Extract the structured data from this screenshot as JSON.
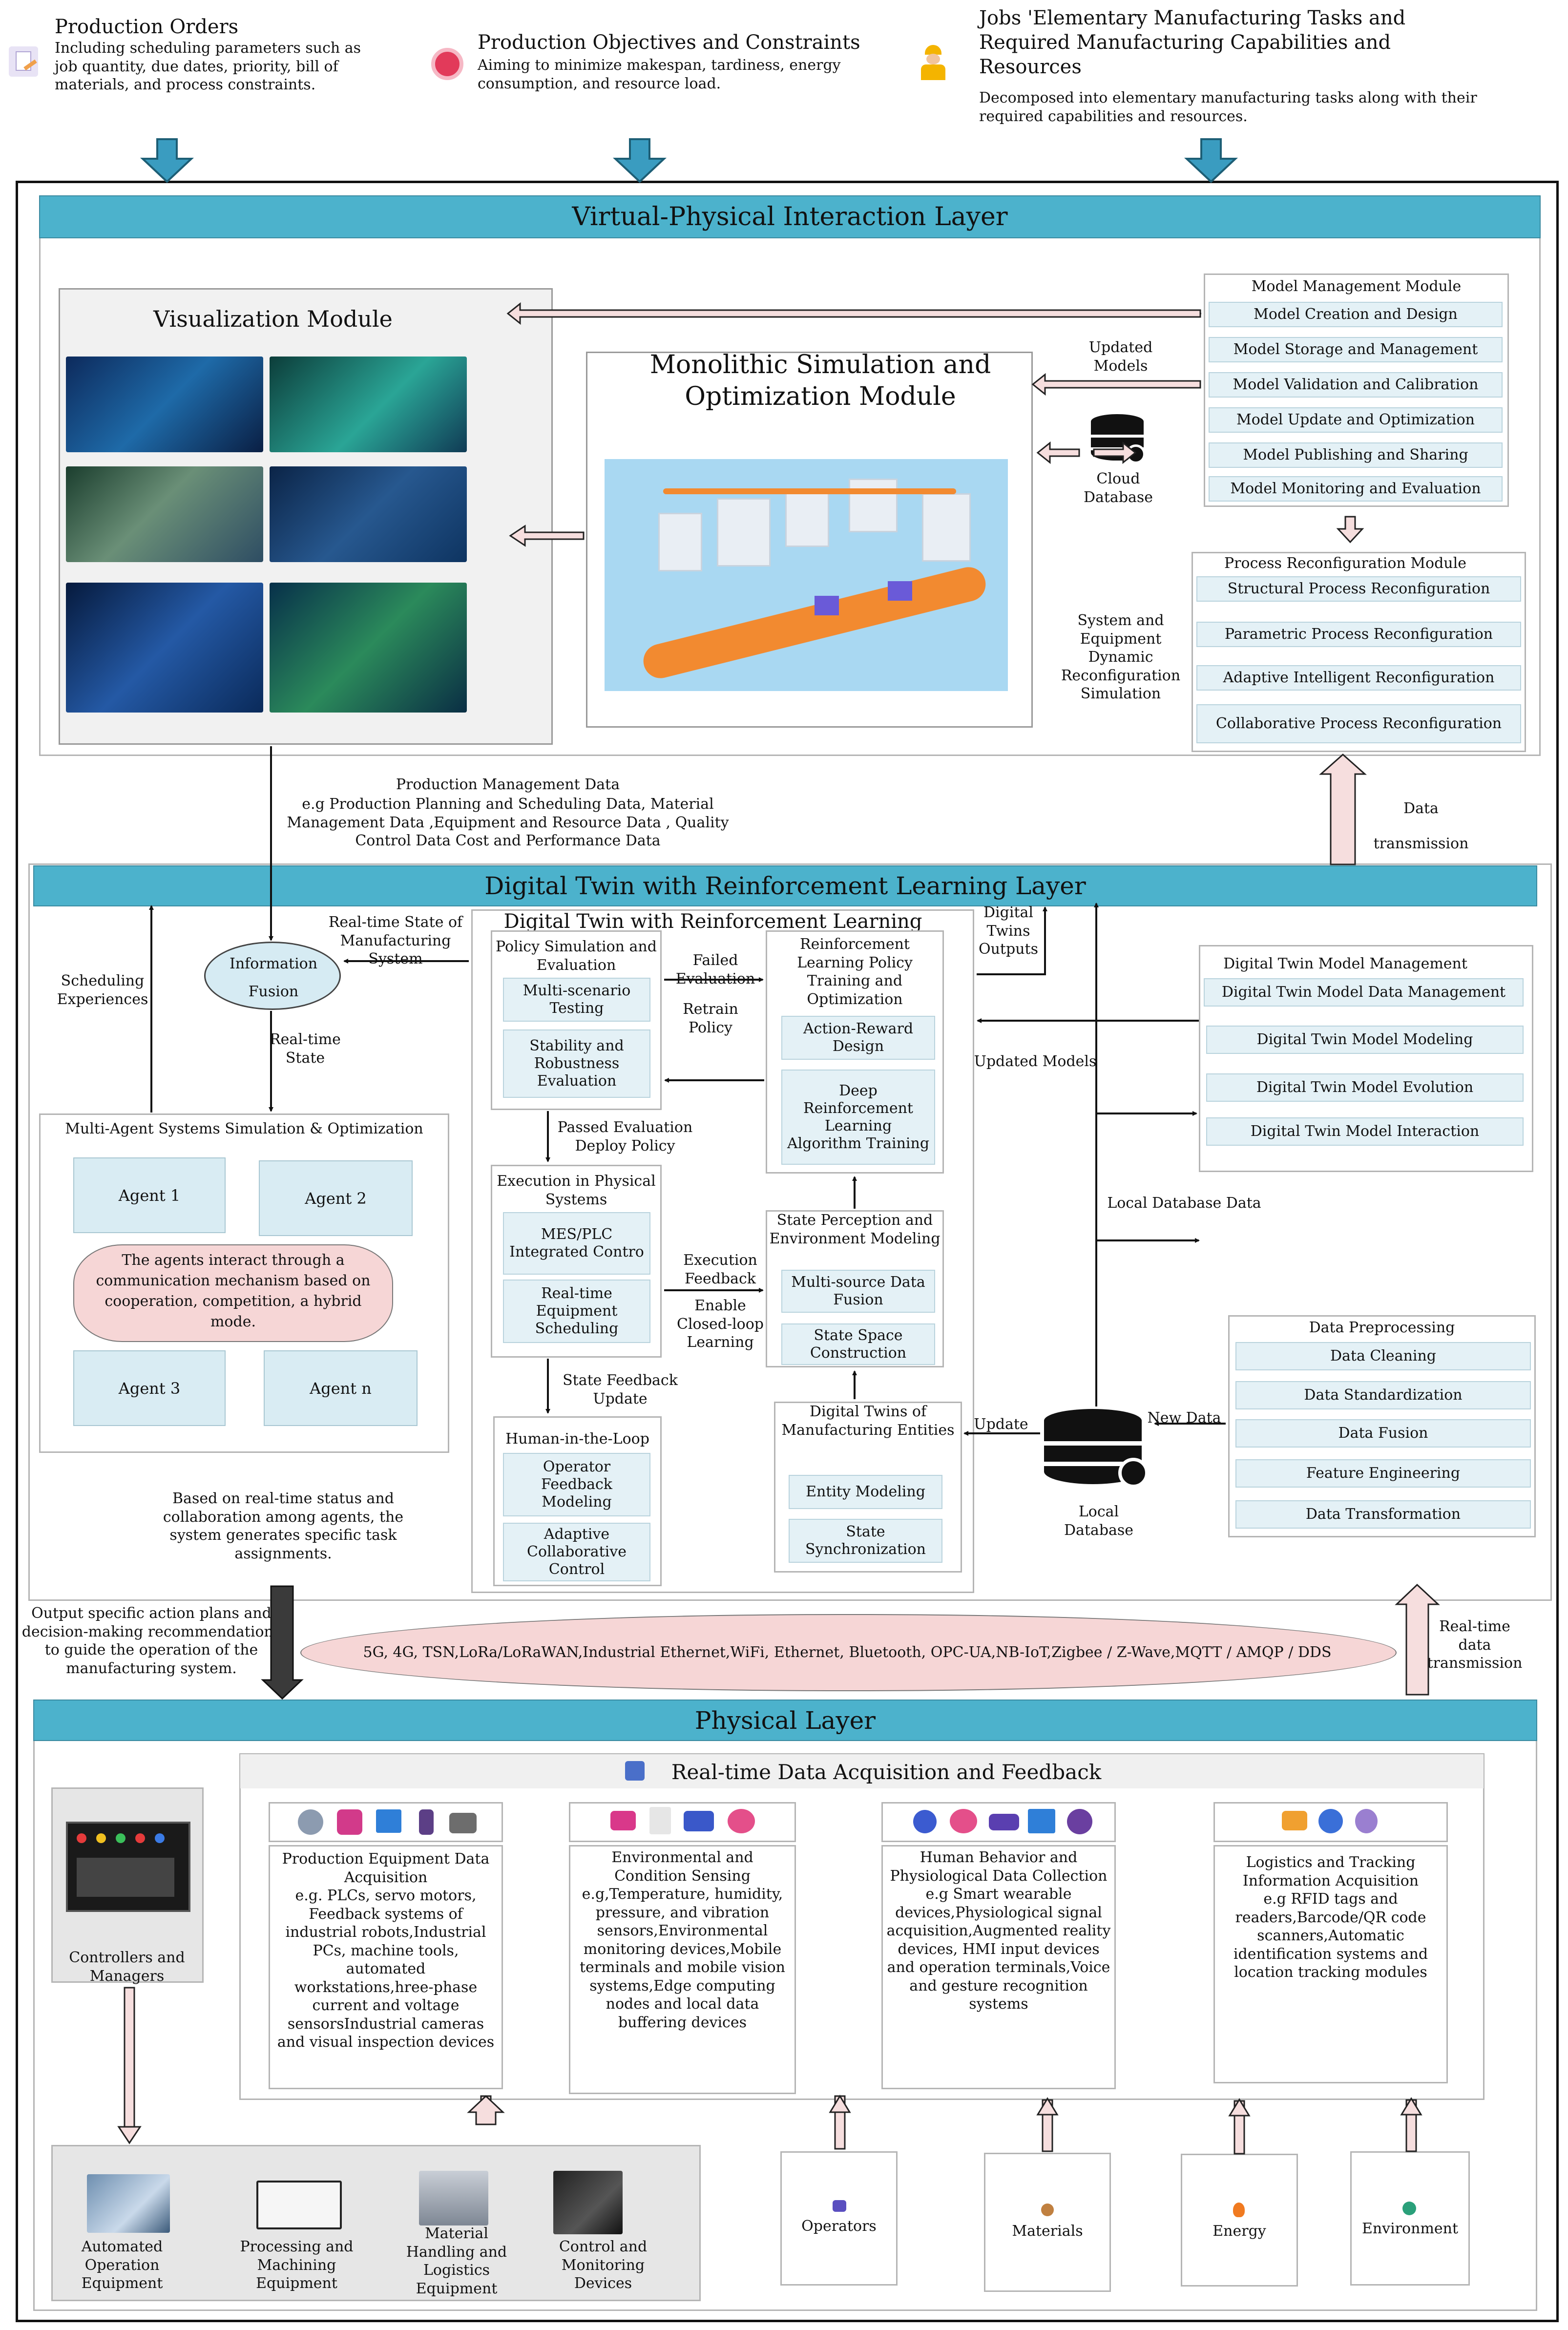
{
  "top": {
    "orders_title": "Production Orders",
    "orders_desc": "Including scheduling parameters such as job quantity, due dates, priority, bill of materials, and process constraints.",
    "objectives_title": "Production Objectives and Constraints",
    "objectives_desc": "Aiming to minimize makespan, tardiness, energy consumption, and resource load.",
    "jobs_title": "Jobs 'Elementary Manufacturing Tasks and Required Manufacturing Capabilities and Resources",
    "jobs_desc": "Decomposed into elementary manufacturing tasks along with their required capabilities and resources."
  },
  "vpi": {
    "title": "Virtual-Physical Interaction Layer",
    "visualization_title": "Visualization Module",
    "sim_title": "Monolithic Simulation and Optimization Module",
    "model_mgmt_title": "Model Management Module",
    "model_mgmt_items": [
      "Model Creation and Design",
      "Model Storage and Management",
      "Model Validation and Calibration",
      "Model Update and Optimization",
      "Model Publishing and Sharing",
      "Model Monitoring and Evaluation"
    ],
    "updated_models": "Updated Models",
    "cloud_db": "Cloud Database",
    "sys_equip": "System and Equipment Dynamic Reconfiguration Simulation",
    "proc_reconf_title": "Process Reconfiguration Module",
    "proc_reconf_items": [
      "Structural Process Reconfiguration",
      "Parametric Process Reconfiguration",
      "Adaptive Intelligent Reconfiguration",
      "Collaborative Process Reconfiguration"
    ]
  },
  "mid": {
    "pm_data": "Production Management Data",
    "pm_data_desc": "e.g Production Planning and Scheduling Data, Material Management Data ,Equipment and Resource Data , Quality Control Data  Cost and Performance Data",
    "data_transmission": "Data transmission"
  },
  "dt": {
    "title": "Digital Twin with Reinforcement Learning Layer",
    "inner_title": "Digital Twin with Reinforcement Learning",
    "scheduling_exp": "Scheduling Experiences",
    "rt_state_mfg": "Real-time State of Manufacturing System",
    "info_fusion": "Information Fusion",
    "rt_state": "Real-time State",
    "mas_title": "Multi-Agent Systems Simulation & Optimization",
    "agents": [
      "Agent 1",
      "Agent 2",
      "Agent 3",
      "Agent n"
    ],
    "agents_cloud": "The agents interact through a communication mechanism based on cooperation, competition, a hybrid mode.",
    "policy_title": "Policy Simulation and Evaluation",
    "policy_items": [
      "Multi-scenario Testing",
      "Stability and Robustness Evaluation"
    ],
    "failed_eval": "Failed Evaluation",
    "retrain": "Retrain Policy",
    "rl_title": "Reinforcement Learning Policy Training and Optimization",
    "rl_items": [
      "Action-Reward Design",
      "Deep Reinforcement Learning Algorithm Training"
    ],
    "passed_eval": "Passed Evaluation Deploy Policy",
    "exec_title": "Execution in Physical Systems",
    "exec_items": [
      "MES/PLC Integrated Contro",
      "Real-time Equipment Scheduling"
    ],
    "exec_feedback": "Execution Feedback",
    "closed_loop": "Enable Closed-loop Learning",
    "state_perc_title": "State Perception and Environment Modeling",
    "state_perc_items": [
      "Multi-source Data Fusion",
      "State Space Construction"
    ],
    "state_feedback": "State Feedback Update",
    "hitl_title": "Human-in-the-Loop",
    "hitl_items": [
      "Operator Feedback Modeling",
      "Adaptive Collaborative Control"
    ],
    "dtme_title": "Digital Twins of Manufacturing Entities",
    "dtme_items": [
      "Entity Modeling",
      "State Synchronization"
    ],
    "dt_outputs": "Digital Twins Outputs",
    "updated_models": "Updated Models",
    "local_db_data": "Local Database Data",
    "dtm_title": "Digital Twin Model Management",
    "dtm_items": [
      "Digital Twin Model Data Management",
      "Digital Twin Model Modeling",
      "Digital Twin Model Evolution",
      "Digital Twin Model Interaction"
    ],
    "update": "Update",
    "new_data": "New Data",
    "local_db": "Local Database",
    "prep_title": "Data Preprocessing",
    "prep_items": [
      "Data Cleaning",
      "Data Standardization",
      "Data Fusion",
      "Feature Engineering",
      "Data Transformation"
    ],
    "based_on": "Based on real-time status and collaboration among agents, the system generates specific task assignments."
  },
  "net": {
    "output": "Output specific action plans and decision-making recommendations to guide the operation of the manufacturing system.",
    "protocols": "5G, 4G, TSN,LoRa/LoRaWAN,Industrial Ethernet,WiFi, Ethernet, Bluetooth, OPC-UA,NB-IoT,Zigbee / Z-Wave,MQTT / AMQP / DDS",
    "rt_transmission": "Real-time data transmission"
  },
  "phys": {
    "title": "Physical Layer",
    "rt_acq": "Real-time Data Acquisition and Feedback",
    "col1": "Production Equipment Data Acquisition\ne.g. PLCs, servo motors, Feedback systems of industrial robots,Industrial PCs, machine tools, automated workstations,hree-phase current and voltage sensorsIndustrial cameras and visual inspection devices",
    "col2": "Environmental and Condition Sensing\ne.g,Temperature, humidity, pressure, and vibration sensors,Environmental monitoring devices,Mobile terminals and mobile vision systems,Edge computing nodes and local data buffering devices",
    "col3": "Human Behavior and Physiological Data Collection\ne.g Smart wearable devices,Physiological signal acquisition,Augmented reality devices, HMI input devices and operation terminals,Voice and gesture recognition systems",
    "col4": "Logistics and Tracking Information Acquisition\ne.g RFID tags and readers,Barcode/QR code scanners,Automatic identification systems and location tracking modules",
    "controllers": "Controllers and Managers",
    "equip": [
      "Automated Operation Equipment",
      "Processing and Machining Equipment",
      "Material Handling and Logistics Equipment",
      "Control and Monitoring Devices"
    ],
    "operators": "Operators",
    "materials": "Materials",
    "energy": "Energy",
    "environment": "Environment"
  }
}
